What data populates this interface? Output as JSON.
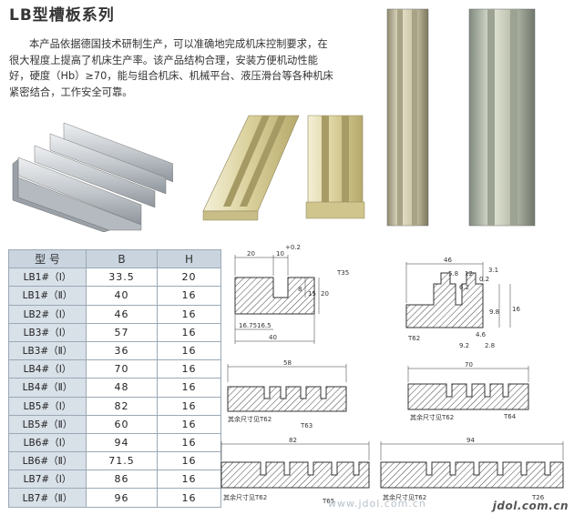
{
  "title": "LB型槽板系列",
  "intro": "本产品依据德国技术研制生产，可以准确地完成机床控制要求，在很大程度上提高了机床生产率。该产品结构合理，安装方便机动性能好，硬度（Hb）≥70，能与组合机床、机械平台、液压滑台等各种机床紧密结合，工作安全可靠。",
  "table": {
    "headers": [
      "型 号",
      "B",
      "H"
    ],
    "rows": [
      {
        "model": "LB1#（Ⅰ）",
        "b": "33.5",
        "h": "20"
      },
      {
        "model": "LB1#（Ⅱ）",
        "b": "40",
        "h": "16"
      },
      {
        "model": "LB2#（Ⅰ）",
        "b": "46",
        "h": "16"
      },
      {
        "model": "LB3#（Ⅰ）",
        "b": "57",
        "h": "16"
      },
      {
        "model": "LB3#（Ⅱ）",
        "b": "36",
        "h": "16"
      },
      {
        "model": "LB4#（Ⅰ）",
        "b": "70",
        "h": "16"
      },
      {
        "model": "LB4#（Ⅱ）",
        "b": "48",
        "h": "16"
      },
      {
        "model": "LB5#（Ⅰ）",
        "b": "82",
        "h": "16"
      },
      {
        "model": "LB5#（Ⅱ）",
        "b": "60",
        "h": "16"
      },
      {
        "model": "LB6#（Ⅰ）",
        "b": "94",
        "h": "16"
      },
      {
        "model": "LB6#（Ⅱ）",
        "b": "71.5",
        "h": "16"
      },
      {
        "model": "LB7#（Ⅰ）",
        "b": "86",
        "h": "16"
      },
      {
        "model": "LB7#（Ⅱ）",
        "b": "96",
        "h": "16"
      }
    ]
  },
  "diagrams": {
    "d1": {
      "dims": [
        "20",
        "10",
        "+0.2",
        "16.75",
        "16.5",
        "40",
        "8",
        "20",
        "15"
      ],
      "label": "T35"
    },
    "d2": {
      "dims": [
        "46",
        "5.8",
        "12",
        "3.1",
        "0.2",
        "6.2",
        "9.8",
        "16",
        "9.2",
        "4.6",
        "2.8"
      ],
      "label": "T62"
    },
    "d3": {
      "dim": "58",
      "note": "其余尺寸见T62",
      "label": "T63"
    },
    "d4": {
      "dim": "70",
      "note": "其余尺寸见T62",
      "label": "T64"
    },
    "d5": {
      "dim": "82",
      "note": "其余尺寸见T62",
      "label": "T65"
    },
    "d6": {
      "dim": "94",
      "note": "其余尺寸见T62",
      "label": "T26"
    }
  },
  "watermark": {
    "site": "jdol.com.cn",
    "faint": "www.jdol.com.cn"
  },
  "icons": [
    "aluminum-rail-stack-photo",
    "rail-pair-photo",
    "vertical-rail-photo-1",
    "vertical-rail-photo-2"
  ]
}
